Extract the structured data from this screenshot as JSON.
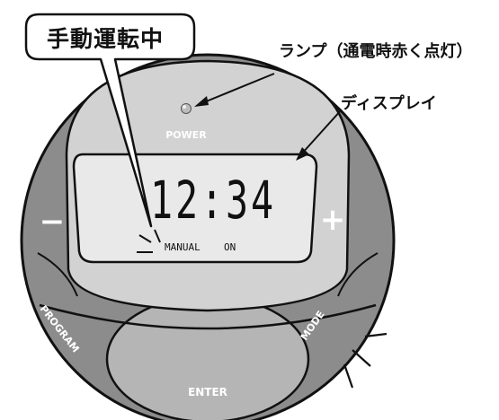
{
  "callouts": {
    "manual_operation": "手動運転中",
    "lamp": "ランプ（通電時赤く点灯）",
    "display": "ディスプレイ"
  },
  "device": {
    "power_label": "POWER",
    "time": "12:34",
    "mode_indicator": "MANUAL",
    "state_indicator": "ON",
    "minus_symbol": "−",
    "plus_symbol": "+",
    "program_label": "PROGRAM",
    "mode_label": "MODE",
    "enter_label": "ENTER"
  },
  "colors": {
    "outer_ring": "#8c8c8c",
    "face": "#d2d2d2",
    "display_screen": "#e9e9e9",
    "bottom_button": "#b4b4b4",
    "outline": "#111111",
    "lamp": "#bdbdbd"
  }
}
